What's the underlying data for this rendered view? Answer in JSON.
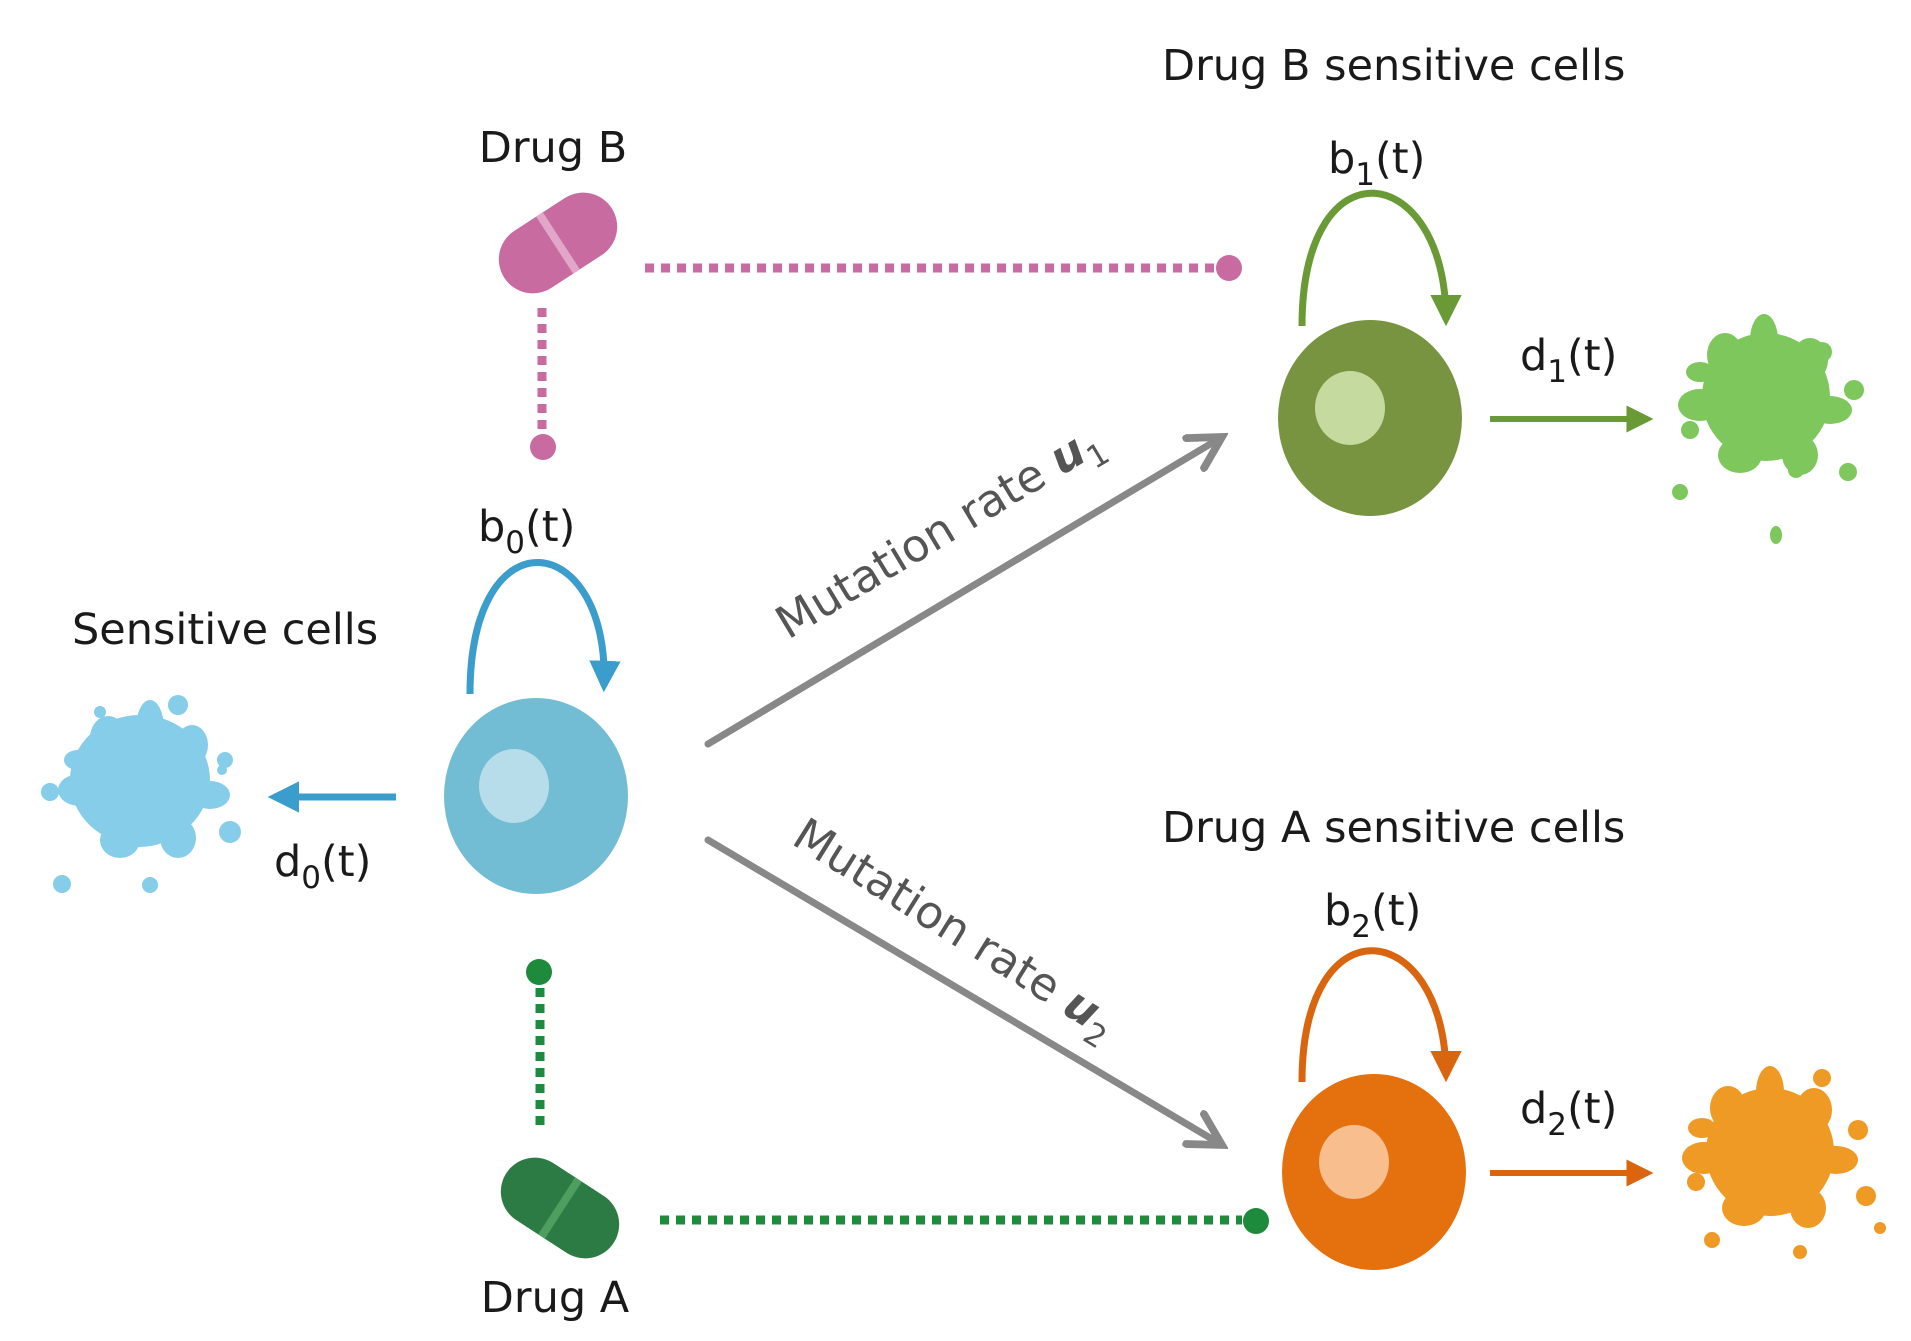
{
  "labels": {
    "drug_b": "Drug B",
    "drug_a": "Drug A",
    "sensitive": "Sensitive cells",
    "drug_b_sensitive": "Drug B sensitive cells",
    "drug_a_sensitive": "Drug A sensitive cells"
  },
  "rates": {
    "b0": {
      "base": "b",
      "sub": "0",
      "arg": "(t)"
    },
    "d0": {
      "base": "d",
      "sub": "0",
      "arg": "(t)"
    },
    "b1": {
      "base": "b",
      "sub": "1",
      "arg": "(t)"
    },
    "d1": {
      "base": "d",
      "sub": "1",
      "arg": "(t)"
    },
    "b2": {
      "base": "b",
      "sub": "2",
      "arg": "(t)"
    },
    "d2": {
      "base": "d",
      "sub": "2",
      "arg": "(t)"
    }
  },
  "mutations": {
    "u1": {
      "text": "Mutation rate ",
      "symbol": "u",
      "sub": "1"
    },
    "u2": {
      "text": "Mutation rate ",
      "symbol": "u",
      "sub": "2"
    }
  },
  "colors": {
    "sensitive_cell": "#72BDD4",
    "sensitive_splat": "#85CDE8",
    "cell_b": "#789440",
    "splat_b": "#7DC75C",
    "cell_a": "#E4700E",
    "splat_a": "#EE9A25",
    "drug_b": "#C86BA1",
    "drug_a": "#2D7B44",
    "drug_a_line": "#1D8A3C",
    "mutation_arrow": "#888888",
    "blue_arrow": "#3A9DCB",
    "green_arrow": "#6A9A35",
    "orange_arrow": "#D9660F"
  }
}
